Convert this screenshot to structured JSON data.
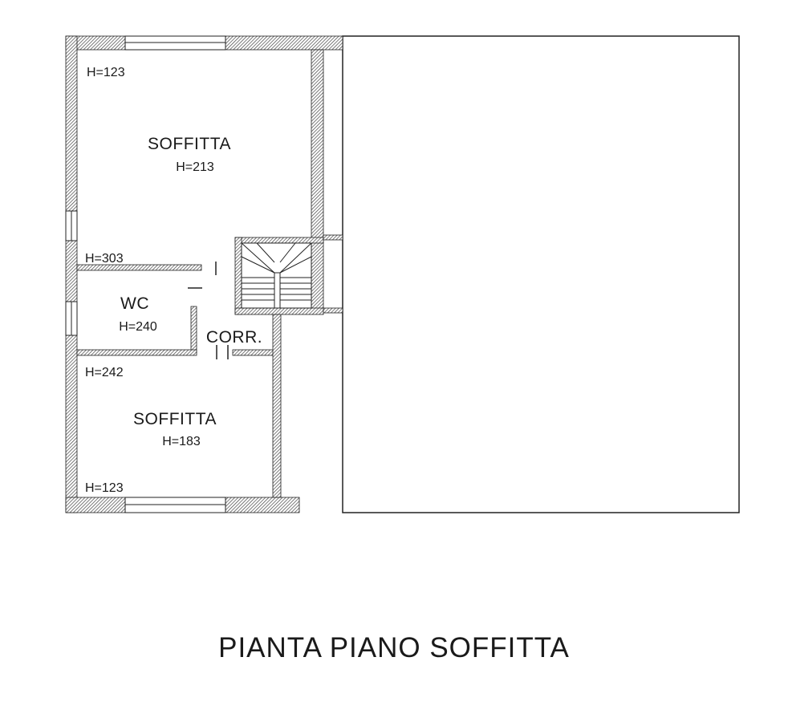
{
  "title": "PIANTA PIANO SOFFITTA",
  "rooms": {
    "soffitta_top": {
      "name": "SOFFITTA",
      "height": "H=213"
    },
    "wc": {
      "name": "WC",
      "height": "H=240"
    },
    "corridor": {
      "name": "CORR."
    },
    "soffitta_bottom": {
      "name": "SOFFITTA",
      "height": "H=183"
    }
  },
  "height_marks": {
    "top_left": "H=123",
    "mid_upper": "H=303",
    "mid_lower": "H=242",
    "bottom_left": "H=123"
  }
}
